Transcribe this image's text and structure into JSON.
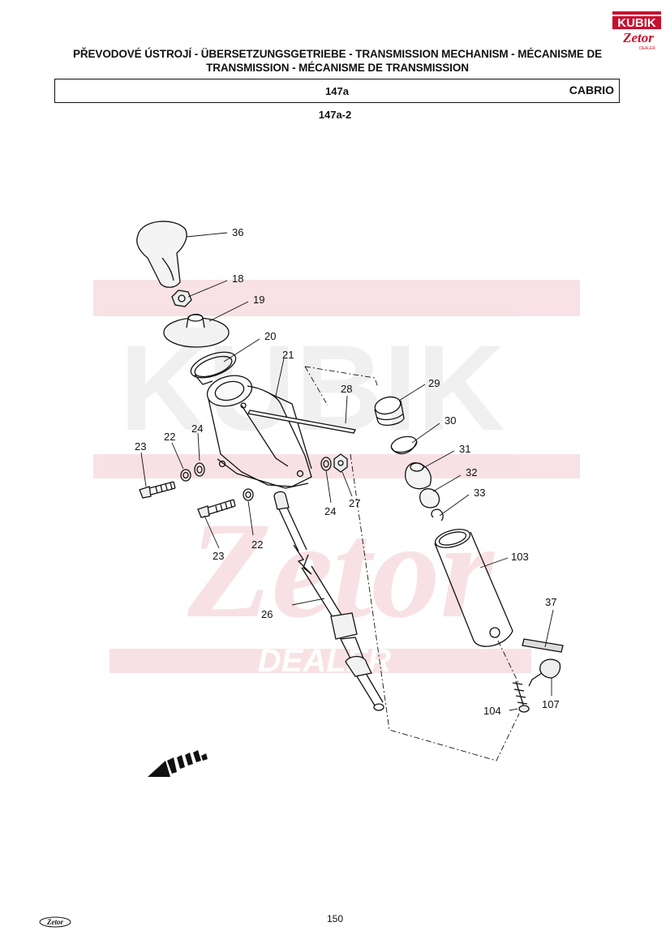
{
  "header": {
    "title_line1": "PŘEVODOVÉ ÚSTROJÍ - ÜBERSETZUNGSGETRIEBE - TRANSMISSION MECHANISM - MÉCANISME DE",
    "title_line2": "TRANSMISSION - MÉCANISME DE TRANSMISSION",
    "ref_code": "147a",
    "model": "CABRIO",
    "figure_code": "147a-2"
  },
  "logo": {
    "brand": "KUBIK",
    "sub_brand": "Zetor",
    "sub_label": "DEALER",
    "color": "#c8102e"
  },
  "watermark": {
    "brand": "KUBIK",
    "sub_brand": "Zetor",
    "sub_label": "DEALER"
  },
  "callouts": {
    "c36": "36",
    "c18": "18",
    "c19": "19",
    "c20": "20",
    "c21": "21",
    "c28": "28",
    "c29": "29",
    "c30": "30",
    "c31": "31",
    "c32": "32",
    "c33": "33",
    "c103": "103",
    "c37": "37",
    "c107": "107",
    "c104": "104",
    "c26": "26",
    "c27": "27",
    "c24a": "24",
    "c24b": "24",
    "c22a": "22",
    "c22b": "22",
    "c23a": "23",
    "c23b": "23"
  },
  "footer": {
    "page_number": "150",
    "logo": "Zetor"
  }
}
